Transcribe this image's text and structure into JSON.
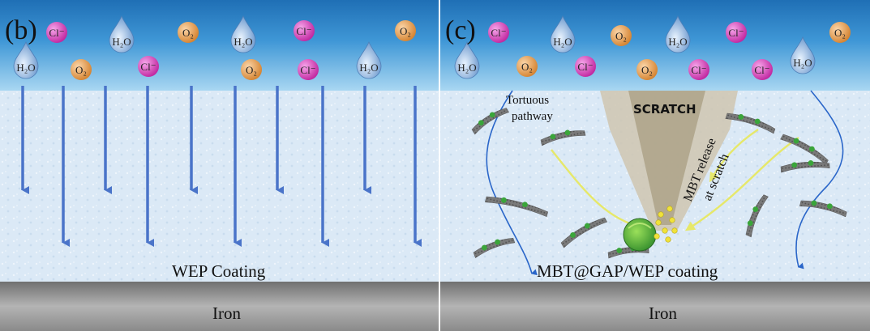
{
  "panels": [
    {
      "id": "b",
      "letter": "(b)",
      "coating_label": "WEP Coating",
      "substrate_label": "Iron"
    },
    {
      "id": "c",
      "letter": "(c)",
      "coating_label": "MBT@GAP/WEP coating",
      "substrate_label": "Iron",
      "scratch_label": "SCRATCH",
      "pathway_label_line1": "Tortuous",
      "pathway_label_line2": "pathway",
      "release_label_line1": "MBT release",
      "release_label_line2": "at scratch"
    }
  ],
  "species": {
    "chloride": "Cl⁻",
    "water": "H₂O",
    "oxygen": "O₂"
  },
  "colors": {
    "water_top": "#2a7fc4",
    "water_bottom": "#9fd0ef",
    "coating": "#dcebf7",
    "iron": "#8f8f8f",
    "arrow": "#4a74c9",
    "chloride_ball": "#d23bb8",
    "oxygen_ball": "#e59a4a",
    "water_drop": "#7aa6d8",
    "scratch": "#c9bfa8",
    "sheet": "#6f6f6f",
    "mbt_dot": "#3aa53a",
    "release_arrow": "#e6e86a",
    "pathway_line": "#2a66c9"
  }
}
